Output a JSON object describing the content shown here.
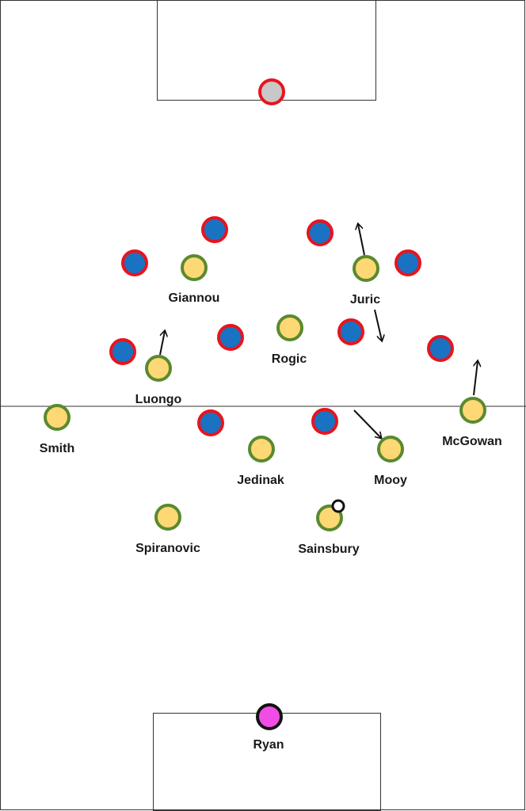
{
  "colors": {
    "pitch_line": "#333333",
    "home_fill": "#fdd875",
    "home_ring": "#5a8a2e",
    "away_fill": "#1a72c2",
    "away_ring": "#e8141d",
    "away_gk_fill": "#c8c8c8",
    "home_gk_fill": "#f24ce6",
    "home_gk_ring": "#111111",
    "ball_fill": "#ffffff",
    "ball_ring": "#111111",
    "arrow": "#111111"
  },
  "home_players": [
    {
      "name": "Giannou"
    },
    {
      "name": "Juric"
    },
    {
      "name": "Rogic"
    },
    {
      "name": "Luongo"
    },
    {
      "name": "Smith"
    },
    {
      "name": "McGowan"
    },
    {
      "name": "Jedinak"
    },
    {
      "name": "Mooy"
    },
    {
      "name": "Spiranovic"
    },
    {
      "name": "Sainsbury"
    }
  ],
  "home_goalkeeper": {
    "name": "Ryan"
  },
  "away_player_count": 11
}
